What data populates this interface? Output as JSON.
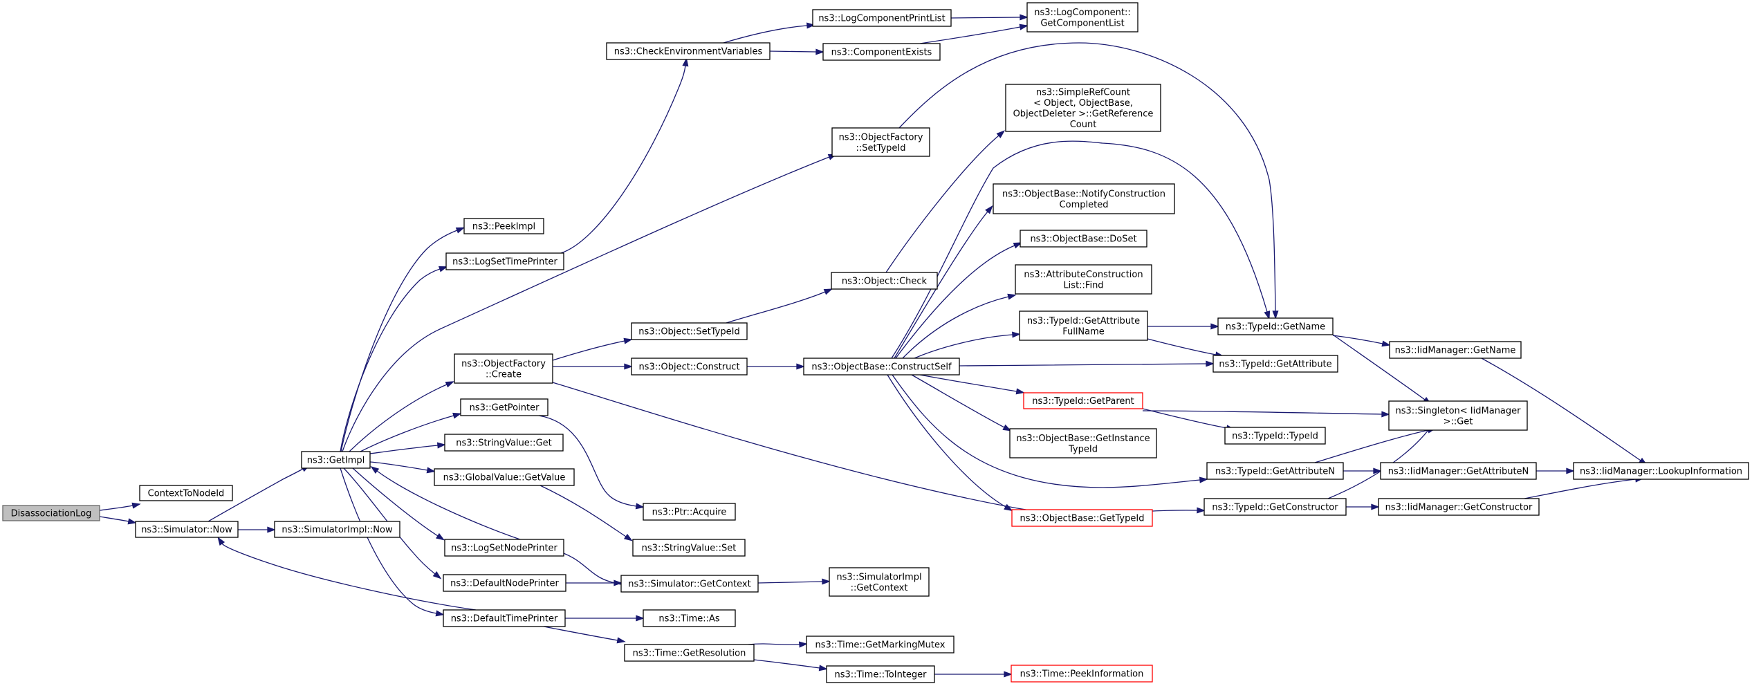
{
  "graph": {
    "root": "DisassociationLog",
    "colors": {
      "edge": "#191970",
      "root_fill": "#bfbfbf",
      "border": "#000000",
      "truncated_border": "#ff0000"
    },
    "nodes": [
      {
        "id": "root",
        "lines": [
          "DisassociationLog"
        ]
      },
      {
        "id": "ctx2node",
        "lines": [
          "ContextToNodeId"
        ]
      },
      {
        "id": "simnow",
        "lines": [
          "ns3::Simulator::Now"
        ]
      },
      {
        "id": "simimplnow",
        "lines": [
          "ns3::SimulatorImpl::Now"
        ]
      },
      {
        "id": "getimpl",
        "lines": [
          "ns3::GetImpl"
        ]
      },
      {
        "id": "peekimpl",
        "lines": [
          "ns3::PeekImpl"
        ]
      },
      {
        "id": "logsettime",
        "lines": [
          "ns3::LogSetTimePrinter"
        ]
      },
      {
        "id": "checkenv",
        "lines": [
          "ns3::CheckEnvironmentVariables"
        ]
      },
      {
        "id": "logcompprint",
        "lines": [
          "ns3::LogComponentPrintList"
        ]
      },
      {
        "id": "compexists",
        "lines": [
          "ns3::ComponentExists"
        ]
      },
      {
        "id": "getcomplist",
        "lines": [
          "ns3::LogComponent::",
          "GetComponentList"
        ]
      },
      {
        "id": "ofsettypeid",
        "lines": [
          "ns3::ObjectFactory",
          "::SetTypeId"
        ]
      },
      {
        "id": "ofcreate",
        "lines": [
          "ns3::ObjectFactory",
          "::Create"
        ]
      },
      {
        "id": "objsettypeid",
        "lines": [
          "ns3::Object::SetTypeId"
        ]
      },
      {
        "id": "objconstruct",
        "lines": [
          "ns3::Object::Construct"
        ]
      },
      {
        "id": "objcheck",
        "lines": [
          "ns3::Object::Check"
        ]
      },
      {
        "id": "srcgetref",
        "lines": [
          "ns3::SimpleRefCount",
          "< Object, ObjectBase,",
          "ObjectDeleter >::GetReference",
          "Count"
        ]
      },
      {
        "id": "obconstructself",
        "lines": [
          "ns3::ObjectBase::ConstructSelf"
        ]
      },
      {
        "id": "notifyconstr",
        "lines": [
          "ns3::ObjectBase::NotifyConstruction",
          "Completed"
        ]
      },
      {
        "id": "doset",
        "lines": [
          "ns3::ObjectBase::DoSet"
        ]
      },
      {
        "id": "attrfind",
        "lines": [
          "ns3::AttributeConstruction",
          "List::Find"
        ]
      },
      {
        "id": "getattrfull",
        "lines": [
          "ns3::TypeId::GetAttribute",
          "FullName"
        ]
      },
      {
        "id": "typeidgetname",
        "lines": [
          "ns3::TypeId::GetName"
        ]
      },
      {
        "id": "typeidgetattr",
        "lines": [
          "ns3::TypeId::GetAttribute"
        ]
      },
      {
        "id": "iidgetname",
        "lines": [
          "ns3::IidManager::GetName"
        ]
      },
      {
        "id": "typeidgetparent",
        "lines": [
          "ns3::TypeId::GetParent"
        ]
      },
      {
        "id": "singletonget",
        "lines": [
          "ns3::Singleton< IidManager",
          ">::Get"
        ]
      },
      {
        "id": "typeidtypeid",
        "lines": [
          "ns3::TypeId::TypeId"
        ]
      },
      {
        "id": "getinstancetypeid",
        "lines": [
          "ns3::ObjectBase::GetInstance",
          "TypeId"
        ]
      },
      {
        "id": "typeidgetattrn",
        "lines": [
          "ns3::TypeId::GetAttributeN"
        ]
      },
      {
        "id": "iidgetattrn",
        "lines": [
          "ns3::IidManager::GetAttributeN"
        ]
      },
      {
        "id": "iidlookup",
        "lines": [
          "ns3::IidManager::LookupInformation"
        ]
      },
      {
        "id": "obgettypeid",
        "lines": [
          "ns3::ObjectBase::GetTypeId"
        ]
      },
      {
        "id": "typeidgetctor",
        "lines": [
          "ns3::TypeId::GetConstructor"
        ]
      },
      {
        "id": "iidgetctor",
        "lines": [
          "ns3::IidManager::GetConstructor"
        ]
      },
      {
        "id": "getpointer",
        "lines": [
          "ns3::GetPointer"
        ]
      },
      {
        "id": "strvalget",
        "lines": [
          "ns3::StringValue::Get"
        ]
      },
      {
        "id": "gvgetvalue",
        "lines": [
          "ns3::GlobalValue::GetValue"
        ]
      },
      {
        "id": "ptracquire",
        "lines": [
          "ns3::Ptr::Acquire"
        ]
      },
      {
        "id": "strvalset",
        "lines": [
          "ns3::StringValue::Set"
        ]
      },
      {
        "id": "logsetnode",
        "lines": [
          "ns3::LogSetNodePrinter"
        ]
      },
      {
        "id": "defnodeprinter",
        "lines": [
          "ns3::DefaultNodePrinter"
        ]
      },
      {
        "id": "simgetcontext",
        "lines": [
          "ns3::Simulator::GetContext"
        ]
      },
      {
        "id": "simimplgetcontext",
        "lines": [
          "ns3::SimulatorImpl",
          "::GetContext"
        ]
      },
      {
        "id": "deftimeprinter",
        "lines": [
          "ns3::DefaultTimePrinter"
        ]
      },
      {
        "id": "timeas",
        "lines": [
          "ns3::Time::As"
        ]
      },
      {
        "id": "timegetres",
        "lines": [
          "ns3::Time::GetResolution"
        ]
      },
      {
        "id": "timegetmutex",
        "lines": [
          "ns3::Time::GetMarkingMutex"
        ]
      },
      {
        "id": "timetointeger",
        "lines": [
          "ns3::Time::ToInteger"
        ]
      },
      {
        "id": "timepeekinfo",
        "lines": [
          "ns3::Time::PeekInformation"
        ]
      }
    ]
  }
}
